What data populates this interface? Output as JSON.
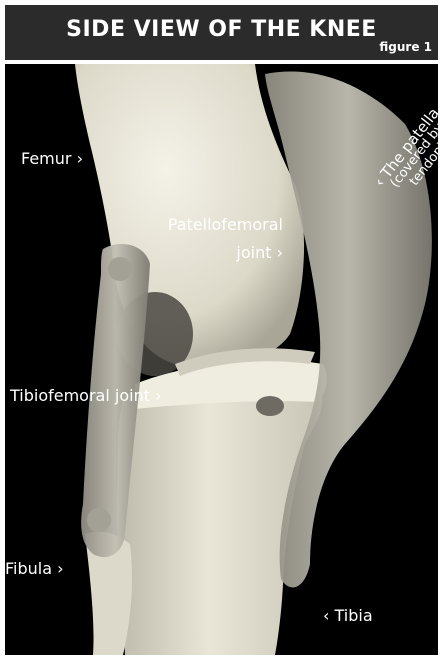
{
  "title": "SIDE VIEW OF THE KNEE",
  "figure_label": "figure 1",
  "labels": {
    "femur": "Femur ›",
    "patellofemoral_line1": "Patellofemoral",
    "patellofemoral_line2": "joint ›",
    "patella_line1": "‹ The patella",
    "patella_line2": "(covered by",
    "patella_line3": "tendon)",
    "tibiofemoral": "Tibiofemoral joint ›",
    "fibula": "Fibula ›",
    "tibia": "‹ Tibia"
  },
  "colors": {
    "header_bg": "#2b2b2b",
    "bone": "#e6e3d4",
    "tendon": "#b3b0a4",
    "background": "#000000"
  }
}
